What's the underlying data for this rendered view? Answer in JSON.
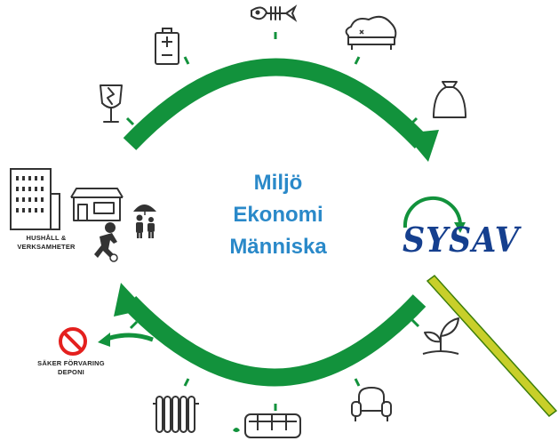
{
  "center": {
    "line1": "Miljö",
    "line2": "Ekonomi",
    "line3": "Människa"
  },
  "labels": {
    "household_line1": "HUSHÅLL &",
    "household_line2": "VERKSAMHETER",
    "storage_line1": "SÄKER FÖRVARING",
    "storage_line2": "DEPONI"
  },
  "logo": {
    "text": "SYSAV"
  },
  "colors": {
    "arrow_green": "#12923c",
    "text_blue": "#2a89c9",
    "logo_blue": "#153f8e",
    "logo_green": "#12923c",
    "icon_dark": "#333333",
    "no_sign_red": "#e4201e",
    "diagonal_line": "#3d7e0a",
    "diagonal_fill": "#c8cf2a"
  },
  "icons": [
    "broken-glass-icon",
    "battery-icon",
    "fish-bones-icon",
    "sofa-icon",
    "bag-icon",
    "building-icon",
    "house-icon",
    "person-football-icon",
    "family-umbrella-icon",
    "no-sign-icon",
    "radiator-icon",
    "bus-icon",
    "armchair-icon",
    "plant-icon",
    "recycle-arrow-icon"
  ]
}
